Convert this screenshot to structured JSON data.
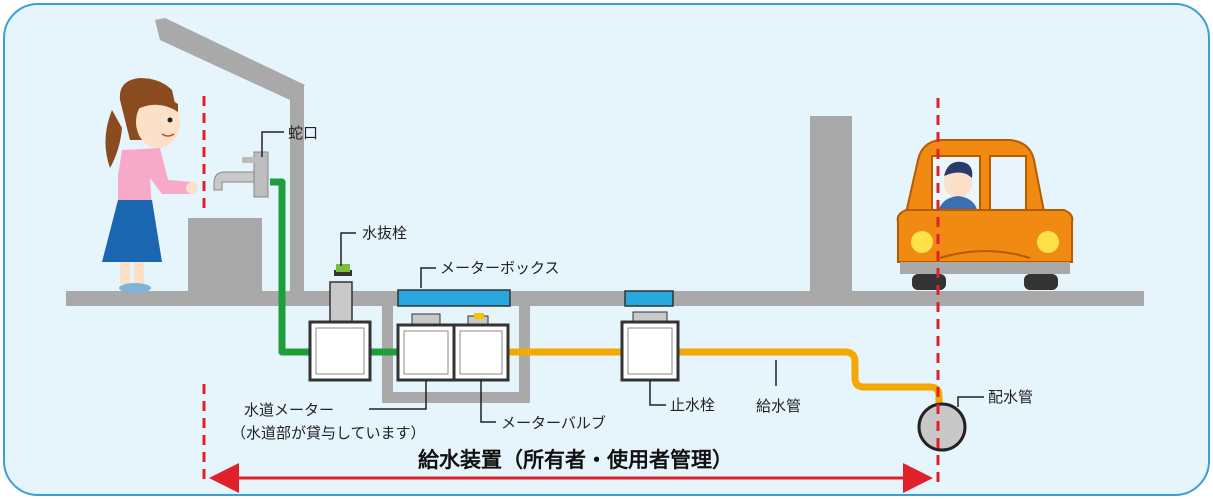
{
  "labels": {
    "faucet": "蛇口",
    "drain_plug": "水抜栓",
    "meter_box": "メーターボックス",
    "water_meter": "水道メーター",
    "water_meter_note": "（水道部が貸与しています）",
    "meter_valve": "メーターバルブ",
    "stop_valve": "止水栓",
    "supply_pipe": "給水管",
    "distribution_main": "配水管",
    "system_caption": "給水装置（所有者・使用者管理）"
  },
  "colors": {
    "panel_bg": "#e6f4fc",
    "panel_border": "#3b9fd6",
    "ground": "#a9a9a9",
    "building": "#a9a9a9",
    "green_pipe": "#1e9e3a",
    "orange_pipe": "#f5a800",
    "box_lid": "#29a8e0",
    "boundary_line": "#e0202a",
    "car_body": "#f08a12",
    "shirt": "#f7a9c8",
    "skirt": "#1a66b0",
    "hair": "#8a4b1e"
  }
}
